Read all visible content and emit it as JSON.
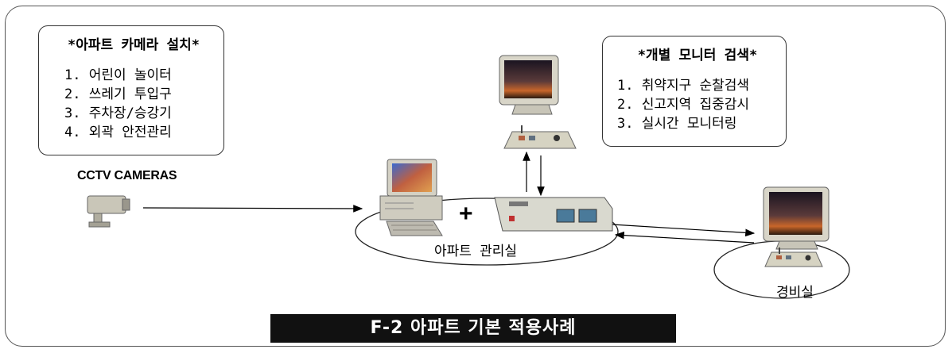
{
  "colors": {
    "frame": "#555555",
    "banner_bg": "#111111",
    "banner_text": "#ffffff",
    "screen_sunset": "#c8662a",
    "device_body": "#d9d9cf"
  },
  "note_left": {
    "title": "*아파트 카메라 설치*",
    "items": [
      "1. 어린이 놀이터",
      "2. 쓰레기 투입구",
      "3. 주차장/승강기",
      "4. 외곽 안전관리"
    ]
  },
  "note_right": {
    "title": "*개별 모니터 검색*",
    "items": [
      "1. 취약지구 순찰검색",
      "2. 신고지역 집중감시",
      "3. 실시간 모니터링"
    ]
  },
  "labels": {
    "cctv": "CCTV CAMERAS",
    "plus": "+",
    "management_room": "아파트 관리실",
    "guard_room": "경비실"
  },
  "banner": {
    "text": "F-2 아파트 기본 적용사례"
  },
  "icons": [
    "cctv-camera-icon",
    "pc-workstation-icon",
    "video-switcher-icon",
    "monitor-icon",
    "keyboard-controller-icon"
  ]
}
